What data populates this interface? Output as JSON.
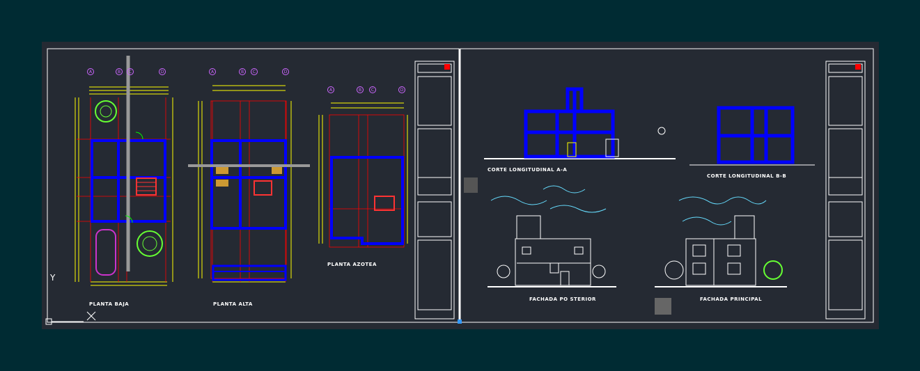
{
  "drawing": {
    "labels": {
      "planta_baja": "PLANTA BAJA",
      "planta_alta": "PLANTA ALTA",
      "planta_azotea": "PLANTA AZOTEA",
      "corte_aa": "CORTE LONGITUDINAL A-A",
      "corte_bb": "CORTE LONGITUDINAL B-B",
      "fachada_posterior": "FACHADA PO STERIOR",
      "fachada_principal": "FACHADA PRINCIPAL"
    },
    "grid_axes": [
      "A",
      "B",
      "C",
      "D"
    ],
    "ucs_label": "Y",
    "colors": {
      "background": "#002b33",
      "sheet": "#252a33",
      "walls": "#0000ff",
      "axis_lines": "#ff0000",
      "dimensions": "#ffff00",
      "bubbles": "#cc66ff",
      "vegetation": "#66ff33",
      "lines": "#ffffff"
    }
  }
}
